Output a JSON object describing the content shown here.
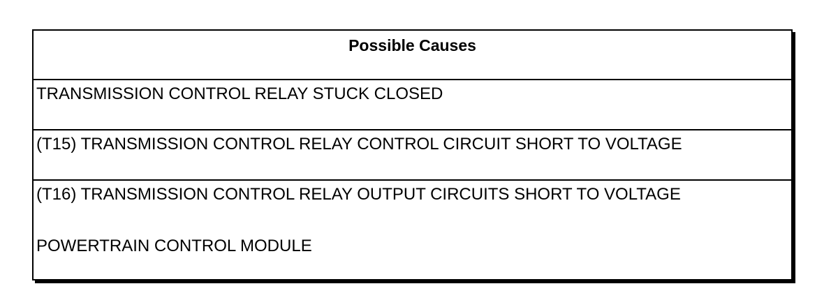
{
  "table": {
    "header": "Possible Causes",
    "rows": [
      {
        "lines": [
          "TRANSMISSION CONTROL RELAY STUCK CLOSED"
        ]
      },
      {
        "lines": [
          "(T15) TRANSMISSION CONTROL RELAY CONTROL CIRCUIT SHORT TO VOLTAGE"
        ]
      },
      {
        "lines": [
          "(T16) TRANSMISSION CONTROL RELAY OUTPUT CIRCUITS SHORT TO VOLTAGE",
          "POWERTRAIN CONTROL MODULE"
        ]
      }
    ]
  }
}
